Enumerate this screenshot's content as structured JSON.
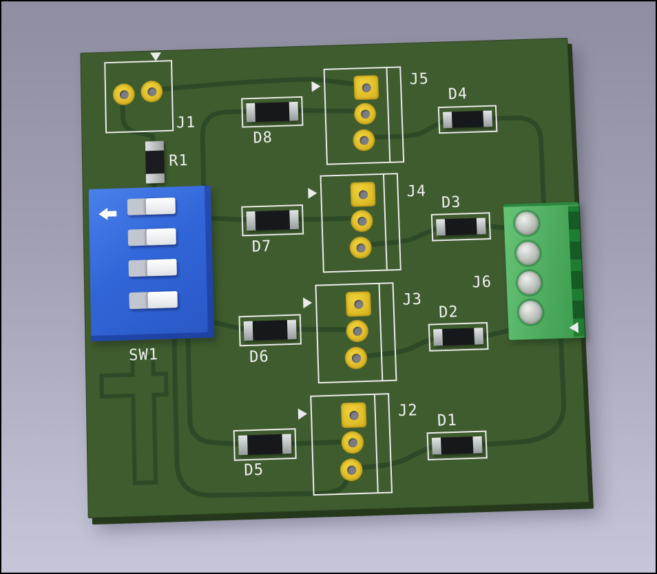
{
  "viewer": {
    "background_gradient_top": "#8f8da0",
    "background_gradient_bottom": "#c7c5d9"
  },
  "board": {
    "substrate_color": "#3f5c2e",
    "trace_color": "#2d4a26",
    "silkscreen_color": "#ececec",
    "pad_color": "#d9b71f",
    "hole_color": "#7d7d85",
    "dip_switch_color": "#3166d8",
    "terminal_block_color": "#4aa95c"
  },
  "components": {
    "j1": {
      "ref": "J1"
    },
    "r1": {
      "ref": "R1"
    },
    "sw1": {
      "ref": "SW1"
    },
    "j2": {
      "ref": "J2"
    },
    "j3": {
      "ref": "J3"
    },
    "j4": {
      "ref": "J4"
    },
    "j5": {
      "ref": "J5"
    },
    "j6": {
      "ref": "J6"
    },
    "d1": {
      "ref": "D1"
    },
    "d2": {
      "ref": "D2"
    },
    "d3": {
      "ref": "D3"
    },
    "d4": {
      "ref": "D4"
    },
    "d5": {
      "ref": "D5"
    },
    "d6": {
      "ref": "D6"
    },
    "d7": {
      "ref": "D7"
    },
    "d8": {
      "ref": "D8"
    }
  }
}
